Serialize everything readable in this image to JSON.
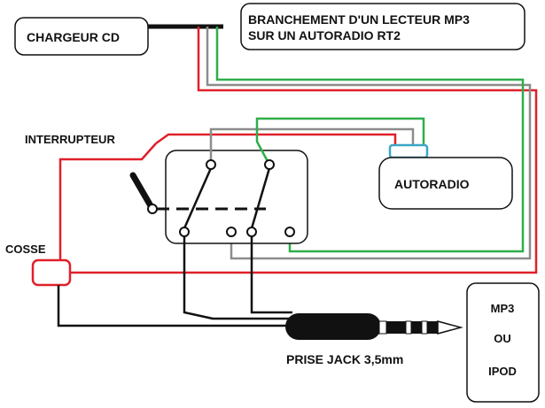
{
  "title": {
    "line1": "BRANCHEMENT D'UN LECTEUR MP3",
    "line2": "SUR UN AUTORADIO RT2"
  },
  "components": {
    "charger": "CHARGEUR CD",
    "switch": "INTERRUPTEUR",
    "lug": "COSSE",
    "car_radio": "AUTORADIO",
    "jack": "PRISE JACK 3,5mm",
    "player": {
      "line1": "MP3",
      "line2": "OU",
      "line3": "IPOD"
    }
  },
  "wire_colors": {
    "red": "#e0202a",
    "green": "#2fae4a",
    "gray": "#8c8c8c",
    "black": "#111111",
    "connector": "#3aa6c8"
  }
}
